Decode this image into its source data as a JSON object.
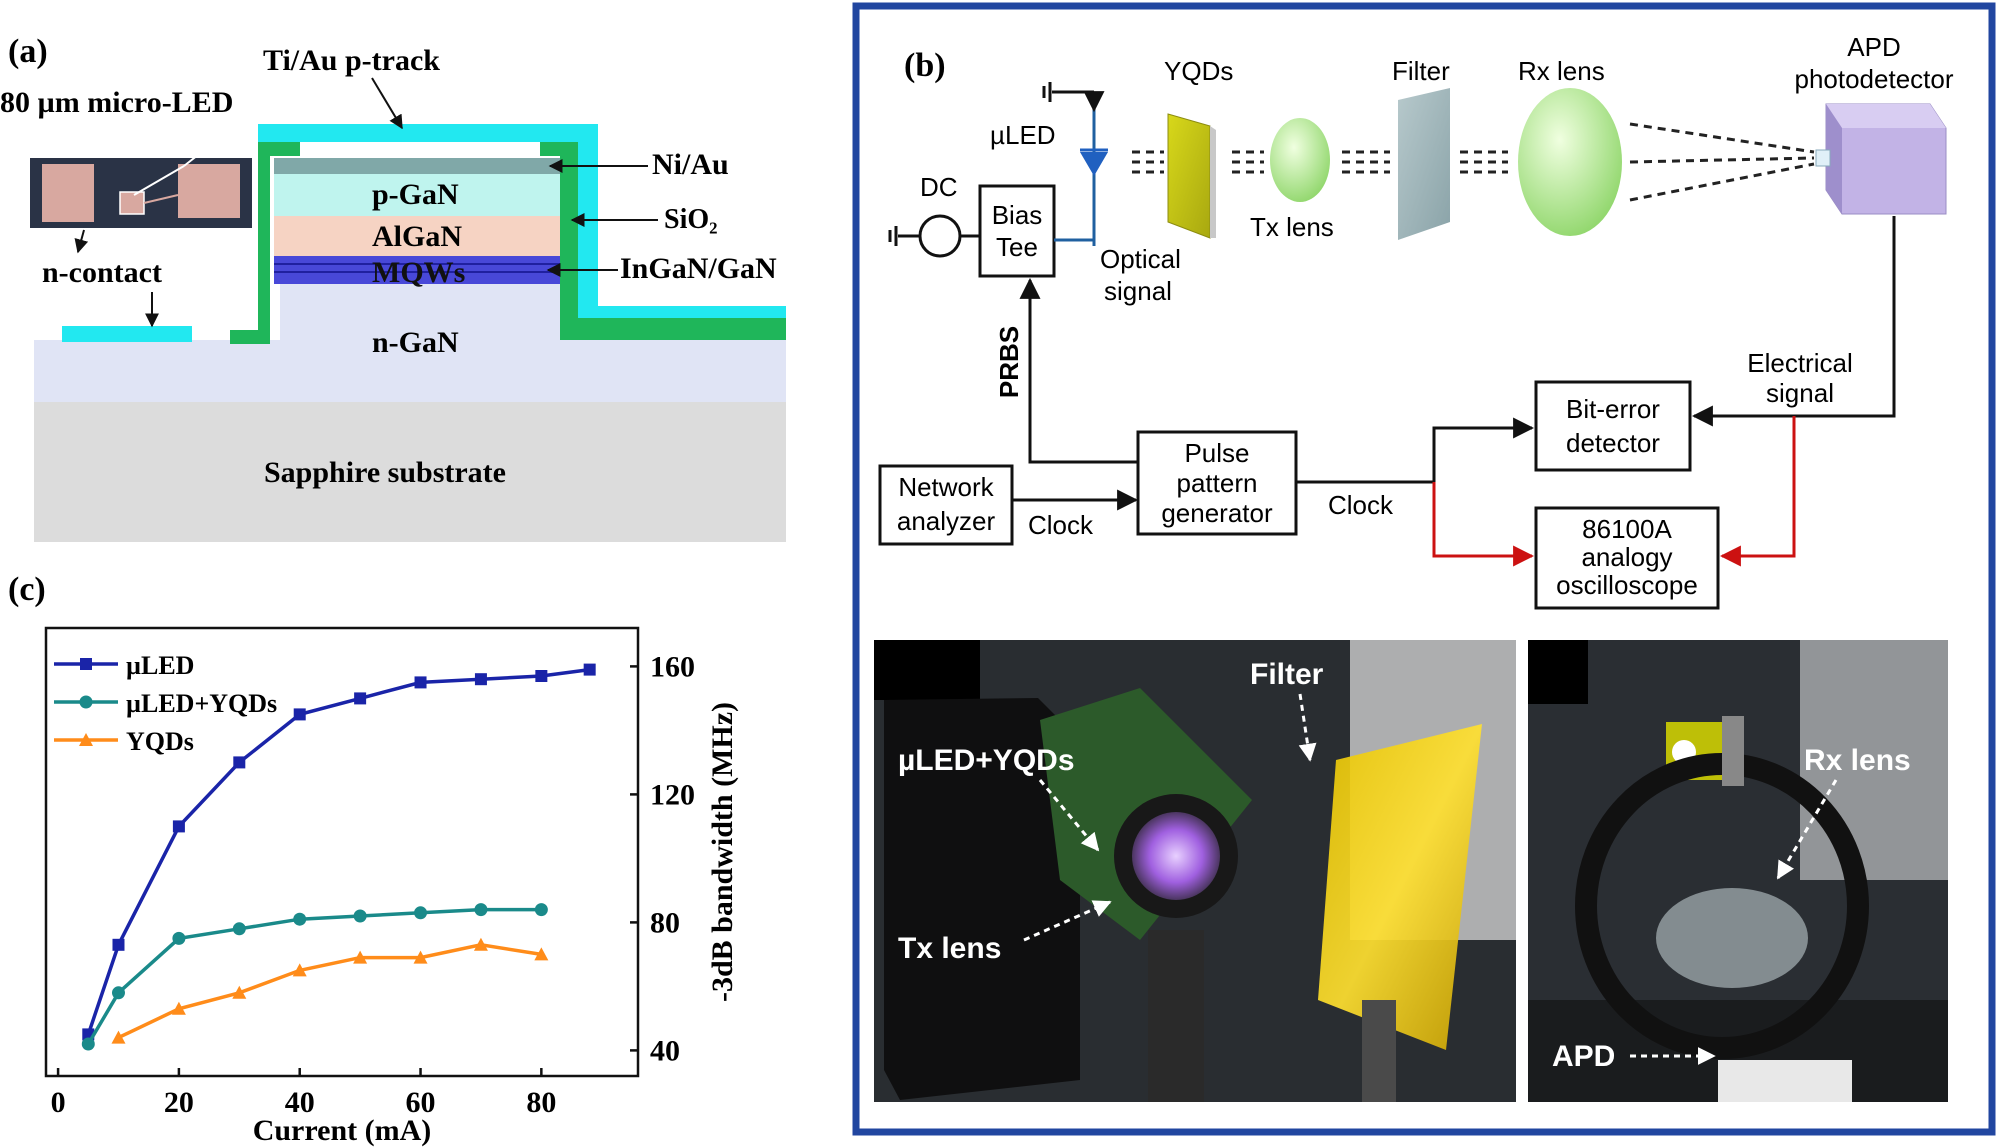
{
  "panel_a": {
    "tag": "(a)",
    "micro_led_label": "80 µm micro-LED",
    "ptrack_label": "Ti/Au p-track",
    "niau_label": "Ni/Au",
    "pgan_label": "p-GaN",
    "sio2_label": "SiO₂",
    "algan_label": "AlGaN",
    "mqws_label": "MQWs",
    "ingan_label": "InGaN/GaN",
    "ncontact_label": "n-contact",
    "ngan_label": "n-GaN",
    "sapphire_label": "Sapphire substrate"
  },
  "panel_b": {
    "tag": "(b)",
    "apd_label_1": "APD",
    "apd_label_2": "photodetector",
    "yqds_label": "YQDs",
    "filter_label": "Filter",
    "rxlens_label": "Rx lens",
    "uled_label": "µLED",
    "dc_label": "DC",
    "bias_tee_1": "Bias",
    "bias_tee_2": "Tee",
    "optical_signal_1": "Optical",
    "optical_signal_2": "signal",
    "txlens_label": "Tx lens",
    "prbs_label": "PRBS",
    "electrical_signal_1": "Electrical",
    "electrical_signal_2": "signal",
    "bit_error_1": "Bit-error",
    "bit_error_2": "detector",
    "network_analyzer_1": "Network",
    "network_analyzer_2": "analyzer",
    "clock_label_1": "Clock",
    "pulse_gen_1": "Pulse",
    "pulse_gen_2": "pattern",
    "pulse_gen_3": "generator",
    "clock_label_2": "Clock",
    "osc_1": "86100A",
    "osc_2": "analogy",
    "osc_3": "oscilloscope",
    "photo1_uled_yqds": "µLED+YQDs",
    "photo1_filter": "Filter",
    "photo1_txlens": "Tx lens",
    "photo2_rxlens": "Rx lens",
    "photo2_apd": "APD"
  },
  "panel_c": {
    "tag": "(c)"
  },
  "chart_data": {
    "type": "line",
    "xlabel": "Current (mA)",
    "ylabel": "-3dB bandwidth (MHz)",
    "xlim": [
      -2,
      96
    ],
    "ylim": [
      32,
      172
    ],
    "xticks": [
      0,
      20,
      40,
      60,
      80
    ],
    "yticks": [
      40,
      80,
      120,
      160
    ],
    "legend_position": "top-left",
    "series": [
      {
        "name": "µLED",
        "color": "#1a24a8",
        "marker": "square",
        "x": [
          5,
          10,
          20,
          30,
          40,
          50,
          60,
          70,
          80,
          88
        ],
        "y": [
          45,
          73,
          110,
          130,
          145,
          150,
          155,
          156,
          157,
          159
        ]
      },
      {
        "name": "µLED+YQDs",
        "color": "#1a8a8a",
        "marker": "circle",
        "x": [
          5,
          10,
          20,
          30,
          40,
          50,
          60,
          70,
          80
        ],
        "y": [
          42,
          58,
          75,
          78,
          81,
          82,
          83,
          84,
          84
        ]
      },
      {
        "name": "YQDs",
        "color": "#ff8c1a",
        "marker": "triangle",
        "x": [
          10,
          20,
          30,
          40,
          50,
          60,
          70,
          80
        ],
        "y": [
          44,
          53,
          58,
          65,
          69,
          69,
          73,
          70
        ]
      }
    ]
  }
}
